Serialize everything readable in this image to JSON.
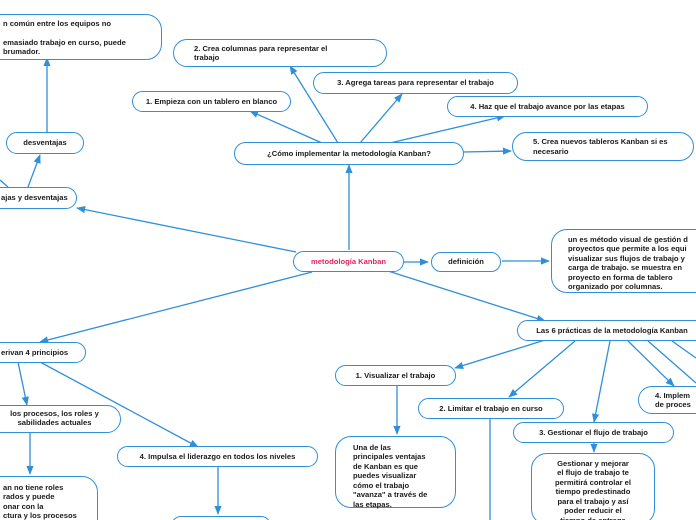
{
  "colors": {
    "line": "#2f8fd8",
    "root_text": "#e0245e",
    "text": "#1a1a1a"
  },
  "root": "metodología Kanban",
  "nodes": {
    "common": "n común entre los equipos no\n\nemasiado trabajo en curso, puede\nbrumador.",
    "desventajas": "desventajas",
    "ventajas_desventajas": "ajas y desventajas",
    "como_implementar": "¿Cómo implementar la metodología Kanban?",
    "step1": "1. Empieza con un tablero en blanco",
    "step2": "2. Crea columnas para representar el\ntrabajo",
    "step3": "3. Agrega tareas para representar el trabajo",
    "step4": "4. Haz que el trabajo avance por las etapas",
    "step5": "5. Crea nuevos tableros Kanban si es\nnecesario",
    "definicion": "definición",
    "definicion_text": "un es método visual de gestión d\nproyectos que permite a los equi\nvisualizar sus flujos de trabajo y\ncarga de trabajo.  se muestra en\nproyecto en forma de tablero\norganizado por columnas.",
    "principios": "erivan 4 principios",
    "principio_procesos": "los procesos, los roles y\nsabilidades actuales",
    "principio_procesos_detail": "an no tiene roles\nrados y puede\nonar con la\nctura y los procesos",
    "principio4": "4. Impulsa el liderazgo en todos los niveles",
    "practicas": "Las 6 prácticas de la metodología Kanban",
    "practica1": "1. Visualizar el trabajo",
    "practica1_text": "Una de las\nprincipales ventajas\nde Kanban es que\npuedes visualizar\ncómo el trabajo\n\"avanza\" a través de\nlas etapas.",
    "practica2": "2. Limitar el trabajo en curso",
    "practica3": "3. Gestionar el flujo de trabajo",
    "practica3_text": "Gestionar y mejorar\nel flujo de trabajo te\npermitirá controlar el\ntiempo predestinado\npara el trabajo y así\npoder reducir el\ntiempo de entrega",
    "practica4": "4. Implem\nde proces"
  }
}
